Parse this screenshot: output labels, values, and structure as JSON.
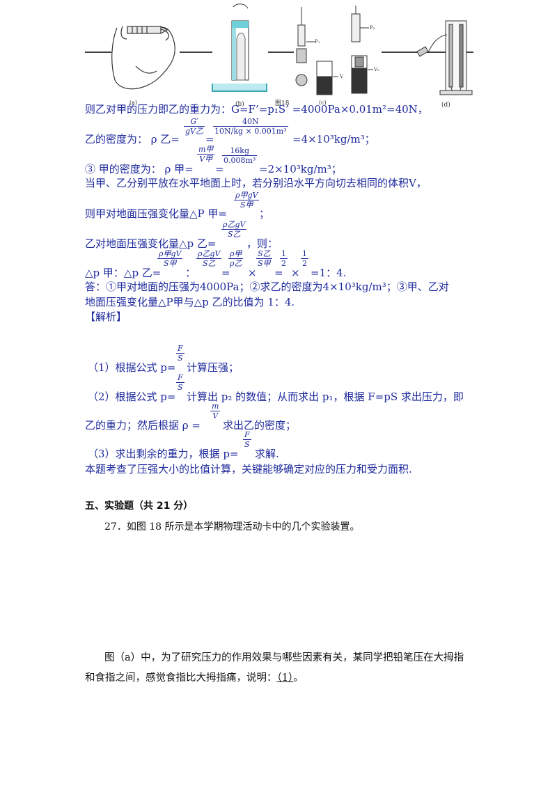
{
  "figure": {
    "caption": "图18",
    "labels": {
      "a": "(a)",
      "b": "(b)",
      "c": "(c)",
      "d": "(d)"
    },
    "tags": {
      "p1": "P₁",
      "p2": "P₂",
      "v": "V",
      "v2": "V₂"
    }
  },
  "solution": {
    "line1": "则乙对甲的压力即乙的重力为：G=F’=p₁S’ =4000Pa×0.01m²=40N，",
    "line2_prefix": "乙的密度为： ρ 乙=",
    "line2_frac1_num": "G′",
    "line2_frac1_den": "gV乙",
    "line2_eq": "=",
    "line2_frac2_num": "40N",
    "line2_frac2_den": "10N/kg × 0.001m³",
    "line2_suffix": "=4×10³kg/m³；",
    "line3_prefix": "③ 甲的密度为： ρ 甲=",
    "line3_frac1_num": "m甲",
    "line3_frac1_den": "V甲",
    "line3_eq": "=",
    "line3_frac2_num": "16kg",
    "line3_frac2_den": "0.008m³",
    "line3_suffix": "=2×10³kg/m³；",
    "line4": "当甲、乙分别平放在水平地面上时，若分别沿水平方向切去相同的体积V，",
    "line5_prefix": "则甲对地面压强变化量△P 甲=",
    "line5_frac_num": "ρ甲gV",
    "line5_frac_den": "S甲",
    "line5_suffix": "；",
    "line6_prefix": "乙对地面压强变化量△p 乙=",
    "line6_frac_num": "ρ乙gV",
    "line6_frac_den": "S乙",
    "line6_suffix": "，则：",
    "line7_a": "△p 甲：△p 乙=",
    "line7_f1_num": "ρ甲gV",
    "line7_f1_den": "S甲",
    "line7_colon": "：",
    "line7_f2_num": "ρ乙gV",
    "line7_f2_den": "S乙",
    "line7_eq1": "=",
    "line7_f3_num": "ρ甲",
    "line7_f3_den": "ρ乙",
    "line7_times1": "×",
    "line7_f4_num": "S乙",
    "line7_f4_den": "S甲",
    "line7_eq2": "=",
    "line7_f5_num": "1",
    "line7_f5_den": "2",
    "line7_times2": "×",
    "line7_f6_num": "1",
    "line7_f6_den": "2",
    "line7_suffix": "=1：4.",
    "answer1": "答：①甲对地面的压强为4000Pa；②求乙的密度为4×10³kg/m³；③甲、乙对",
    "answer2": "地面压强变化量△P甲与△p 乙的比值为 1：4."
  },
  "analysis": {
    "heading": "【解析】",
    "item1_prefix": "（1）根据公式 p=",
    "item1_frac_num": "F",
    "item1_frac_den": "S",
    "item1_suffix": "计算压强；",
    "item2_prefix": "（2）根据公式 p=",
    "item2_frac_num": "F",
    "item2_frac_den": "S",
    "item2_suffix": "计算出 p₂ 的数值；从而求出 p₁，根据 F=pS 求出压力，即",
    "item2b_prefix": "乙的重力；然后根据 ρ =",
    "item2b_frac_num": "m",
    "item2b_frac_den": "V",
    "item2b_suffix": "求出乙的密度；",
    "item3_prefix": "（3）求出剩余的重力，根据 p=",
    "item3_frac_num": "F",
    "item3_frac_den": "S",
    "item3_suffix": "求解.",
    "summary": "本题考查了压强大小的比值计算，关键能够确定对应的压力和受力面积."
  },
  "section": {
    "heading": "五、实验题（共 21 分）",
    "q27": "27．如图 18 所示是本学期物理活动卡中的几个实验装置。",
    "para1": "图（a）中，为了研究压力的作用效果与哪些因素有关，某同学把铅笔压在大拇指",
    "para2_prefix": "和食指之间，感觉食指比大拇指痛，说明：",
    "para2_blank": "（1）",
    "para2_suffix": "。"
  }
}
